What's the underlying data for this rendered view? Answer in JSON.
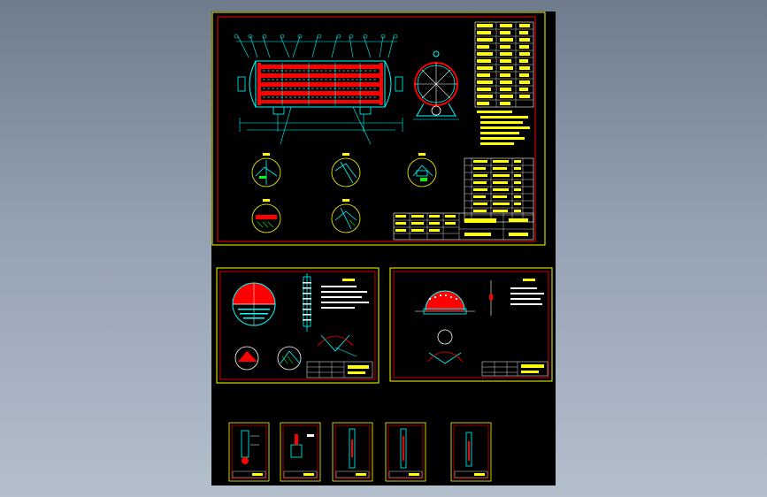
{
  "viewer": {
    "background_color": "#8e9aab",
    "canvas_color": "#000000"
  },
  "palette": {
    "frame": "#ffff00",
    "border": "#ff0000",
    "outline": "#00ffff",
    "fill": "#ff0000",
    "detail": "#00ff00",
    "text": "#ffffff"
  },
  "sheets": [
    {
      "name": "main-assembly-sheet",
      "kind": "assembly"
    },
    {
      "name": "left-detail-sheet",
      "kind": "detail"
    },
    {
      "name": "right-detail-sheet",
      "kind": "detail"
    },
    {
      "name": "part-sheet-1",
      "kind": "part"
    },
    {
      "name": "part-sheet-2",
      "kind": "part"
    },
    {
      "name": "part-sheet-3",
      "kind": "part"
    },
    {
      "name": "part-sheet-4",
      "kind": "part"
    },
    {
      "name": "part-sheet-5",
      "kind": "part"
    }
  ],
  "icons": [
    "tube-bundle-icon",
    "end-view-icon",
    "detail-circle-icon",
    "title-block-icon"
  ]
}
